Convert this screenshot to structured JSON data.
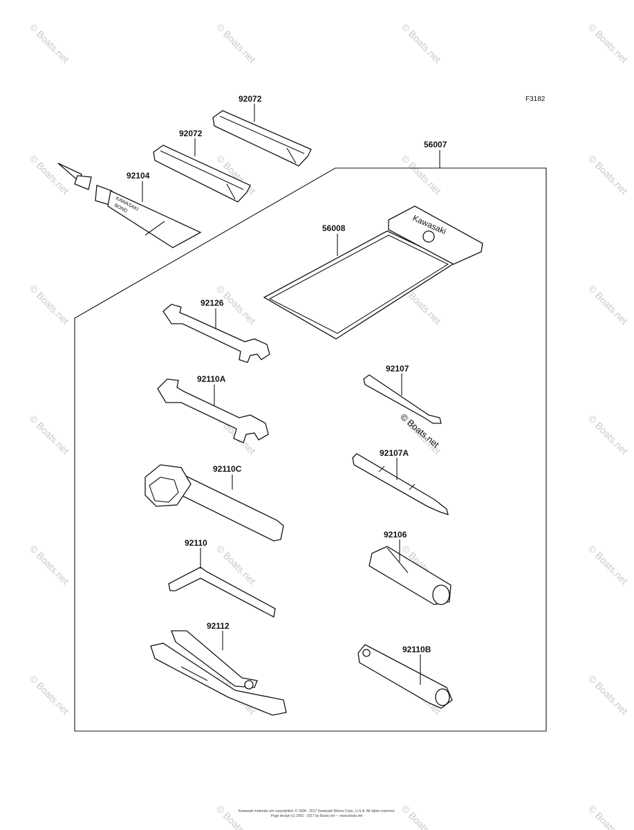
{
  "figure_code": "F3182",
  "watermark_text": "© Boats.net",
  "inline_watermark": "© Boats.net",
  "parts": {
    "strap_top": "92072",
    "strap_second": "92072",
    "bond_tube": "92104",
    "tool_kit": "56007",
    "tool_bag": "56008",
    "wrench_a": "92126",
    "wrench_b": "92110A",
    "socket_wrench": "92110C",
    "hex_key": "92110",
    "pliers": "92112",
    "screwdriver": "92107",
    "screwdriver_alt": "92107A",
    "driver_handle": "92106",
    "spark_plug_wrench": "92110B"
  },
  "product_text": {
    "tube_brand": "KAWASAKI",
    "tube_product": "BOND",
    "bag_brand": "Kawasaki"
  },
  "footer": {
    "line1": "Kawasaki materials are copyrighted. © 1998 - 2017 Kawasaki Motors Corp., U.S.A. All rights reserved.",
    "line2": "Page design (c) 2002 - 2017 by Boats.net — www.boats.net"
  }
}
